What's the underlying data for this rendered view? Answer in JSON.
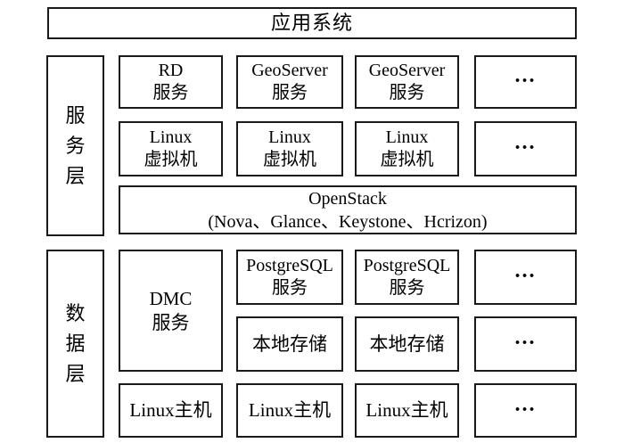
{
  "colors": {
    "border": "#1a1a1a",
    "text": "#000000",
    "background": "#ffffff"
  },
  "app_box": {
    "label": "应用系统"
  },
  "service_layer": {
    "label": "服\n务\n层",
    "row1": [
      {
        "line1": "RD",
        "line2": "服务"
      },
      {
        "line1": "GeoServer",
        "line2": "服务"
      },
      {
        "line1": "GeoServer",
        "line2": "服务"
      },
      {
        "label": "..."
      }
    ],
    "row2": [
      {
        "line1": "Linux",
        "line2": "虚拟机"
      },
      {
        "line1": "Linux",
        "line2": "虚拟机"
      },
      {
        "line1": "Linux",
        "line2": "虚拟机"
      },
      {
        "label": "..."
      }
    ],
    "openstack": {
      "line1": "OpenStack",
      "line2": "(Nova、Glance、Keystone、Hcrizon)"
    }
  },
  "data_layer": {
    "label": "数\n据\n层",
    "dmc": {
      "line1": "DMC",
      "line2": "服务"
    },
    "row1": [
      {
        "line1": "PostgreSQL",
        "line2": "服务"
      },
      {
        "line1": "PostgreSQL",
        "line2": "服务"
      },
      {
        "label": "..."
      }
    ],
    "row2": [
      {
        "label": "本地存储"
      },
      {
        "label": "本地存储"
      },
      {
        "label": "..."
      }
    ],
    "row3": [
      {
        "label": "Linux主机"
      },
      {
        "label": "Linux主机"
      },
      {
        "label": "Linux主机"
      },
      {
        "label": "..."
      }
    ]
  }
}
